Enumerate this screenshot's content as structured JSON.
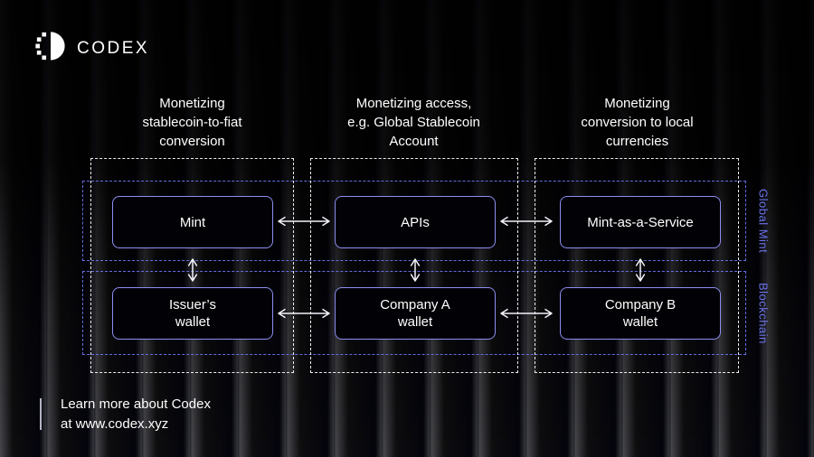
{
  "brand": {
    "name": "CODEX"
  },
  "diagram": {
    "columns": [
      {
        "header": "Monetizing\nstablecoin-to-fiat\nconversion",
        "top_box": "Mint",
        "bottom_box": "Issuer’s\nwallet"
      },
      {
        "header": "Monetizing access,\ne.g. Global Stablecoin\nAccount",
        "top_box": "APIs",
        "bottom_box": "Company A\nwallet"
      },
      {
        "header": "Monetizing\nconversion to local\ncurrencies",
        "top_box": "Mint-as-a-Service",
        "bottom_box": "Company B\nwallet"
      }
    ],
    "rows": [
      {
        "label": "Global Mint"
      },
      {
        "label": "Blockchain"
      }
    ]
  },
  "footer": {
    "text": "Learn more about Codex\nat www.codex.xyz"
  },
  "colors": {
    "background_top": "#0a0a12",
    "background_bottom": "#b0abe0",
    "box_fill": "#020206",
    "box_border": "#8d8df0",
    "column_dash": "#ffffff",
    "row_dash": "#6973eb",
    "side_label_text": "#6a73e8",
    "text": "#ffffff"
  }
}
